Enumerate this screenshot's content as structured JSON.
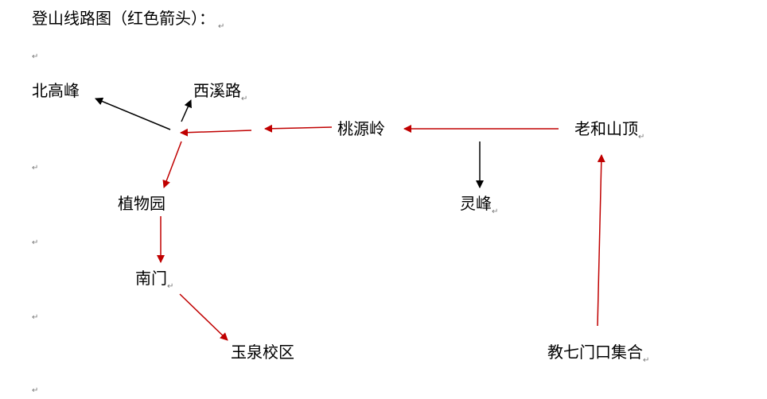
{
  "title": "登山线路图（红色箭头）：",
  "paragraph_mark": "↵",
  "nodes": {
    "beigaofeng": "北高峰",
    "xixilu": "西溪路",
    "taoyuanling": "桃源岭",
    "laoheshanding": "老和山顶",
    "zhiwuyuan": "植物园",
    "lingfeng": "灵峰",
    "nanmen": "南门",
    "yuquan": "玉泉校区",
    "jiaoqimenkou": "教七门口集合"
  },
  "colors": {
    "route_red": "#c00000",
    "other_black": "#000000"
  }
}
